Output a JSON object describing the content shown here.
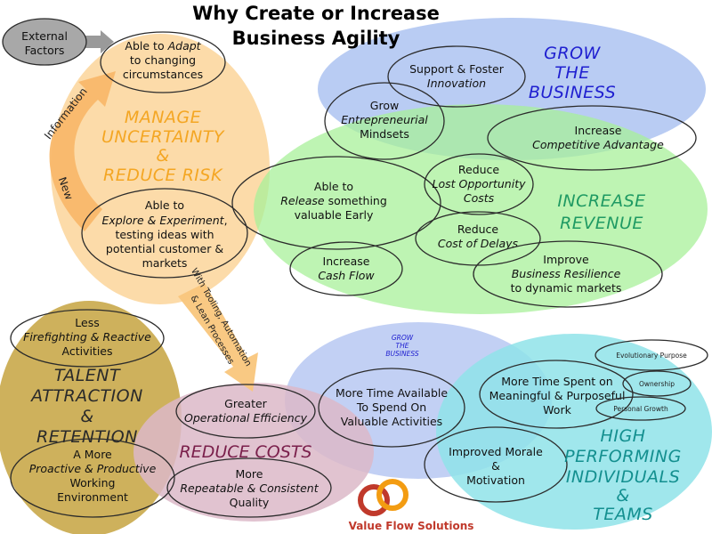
{
  "title": {
    "line1": "Why Create or Increase",
    "line2": "Business Agility"
  },
  "external_factors": {
    "line1": "External",
    "line2": "Factors"
  },
  "new_information": {
    "word1": "New",
    "word2": "Information"
  },
  "tooling_arrow": {
    "line1": "With Tooling, Automation",
    "line2": "& Lean Processes"
  },
  "regions": {
    "manage_uncertainty": {
      "line1": "MANAGE",
      "line2": "UNCERTAINTY",
      "line3": "&",
      "line4": "REDUCE RISK",
      "color": "#f4a623"
    },
    "grow_business": {
      "line1": "GROW",
      "line2": "THE",
      "line3": "BUSINESS",
      "color": "#2020d0"
    },
    "increase_revenue": {
      "line1": "INCREASE",
      "line2": "REVENUE",
      "color": "#1f9a63"
    },
    "grow_business_small": {
      "line1": "GROW",
      "line2": "THE",
      "line3": "BUSINESS",
      "color": "#2020d0"
    },
    "talent": {
      "line1": "TALENT",
      "line2": "ATTRACTION",
      "line3": "&",
      "line4": "RETENTION",
      "color": "#2a2a2a"
    },
    "reduce_costs": {
      "line1": "REDUCE COSTS",
      "color": "#7a1f4b"
    },
    "high_performing": {
      "line1": "HIGH",
      "line2": "PERFORMING",
      "line3": "INDIVIDUALS",
      "line4": "&",
      "line5": "TEAMS",
      "color": "#138f8f"
    }
  },
  "items": {
    "adapt": {
      "a": "Able to ",
      "b": "Adapt",
      "c": "to changing",
      "d": "circumstances"
    },
    "explore": {
      "l1": "Able to",
      "l2": "Explore & Experiment",
      "l2b": ",",
      "l3": "testing ideas with",
      "l4": "potential customer &",
      "l5": "markets"
    },
    "innovation": {
      "l1": "Support & Foster",
      "l2": "Innovation"
    },
    "entrepreneurial": {
      "l1": "Grow",
      "l2": "Entrepreneurial",
      "l3": "Mindsets"
    },
    "competitive": {
      "l1": "Increase",
      "l2": "Competitive Advantage"
    },
    "release_early": {
      "l1": "Able to",
      "l2": "Release",
      "l2b": " something",
      "l3": "valuable Early"
    },
    "lost_opportunity": {
      "l1": "Reduce",
      "l2": "Lost Opportunity",
      "l3": "Costs"
    },
    "cost_of_delays": {
      "l1": "Reduce",
      "l2": "Cost of Delays"
    },
    "cash_flow": {
      "l1": "Increase",
      "l2": "Cash Flow"
    },
    "resilience": {
      "l1": "Improve",
      "l2": "Business Resilience",
      "l3": "to dynamic markets"
    },
    "less_firefighting": {
      "l1": "Less",
      "l2": "Firefighting & Reactive",
      "l3": "Activities"
    },
    "proactive": {
      "l1": "A More",
      "l2": "Proactive & Productive",
      "l3": "Working",
      "l4": "Environment"
    },
    "efficiency": {
      "l1": "Greater",
      "l2": "Operational Efficiency"
    },
    "repeatable": {
      "l1": "More",
      "l2": "Repeatable & Consistent",
      "l3": "Quality"
    },
    "more_time": {
      "l1": "More Time Available",
      "l2": "To Spend On",
      "l3": "Valuable Activities"
    },
    "meaningful": {
      "l1": "More Time Spent on",
      "l2": "Meaningful & Purposeful",
      "l3": "Work"
    },
    "morale": {
      "l1": "Improved Morale",
      "l2": "&",
      "l3": "Motivation"
    },
    "evolutionary": {
      "l1": "Evolutionary Purpose"
    },
    "ownership": {
      "l1": "Ownership"
    },
    "personal_growth": {
      "l1": "Personal Growth"
    }
  },
  "logo": {
    "text": "Value Flow Solutions",
    "color1": "#c0392b",
    "color2": "#f39c12"
  },
  "colors": {
    "orange_region": "#fbd59a",
    "blue_region": "#a7bff0",
    "green_region": "#b5f2a6",
    "olive_region": "#c9a94a",
    "mauve_region": "#dcb8c8",
    "light_blue_region": "#b7c8f2",
    "teal_region": "#8fe3e9"
  }
}
